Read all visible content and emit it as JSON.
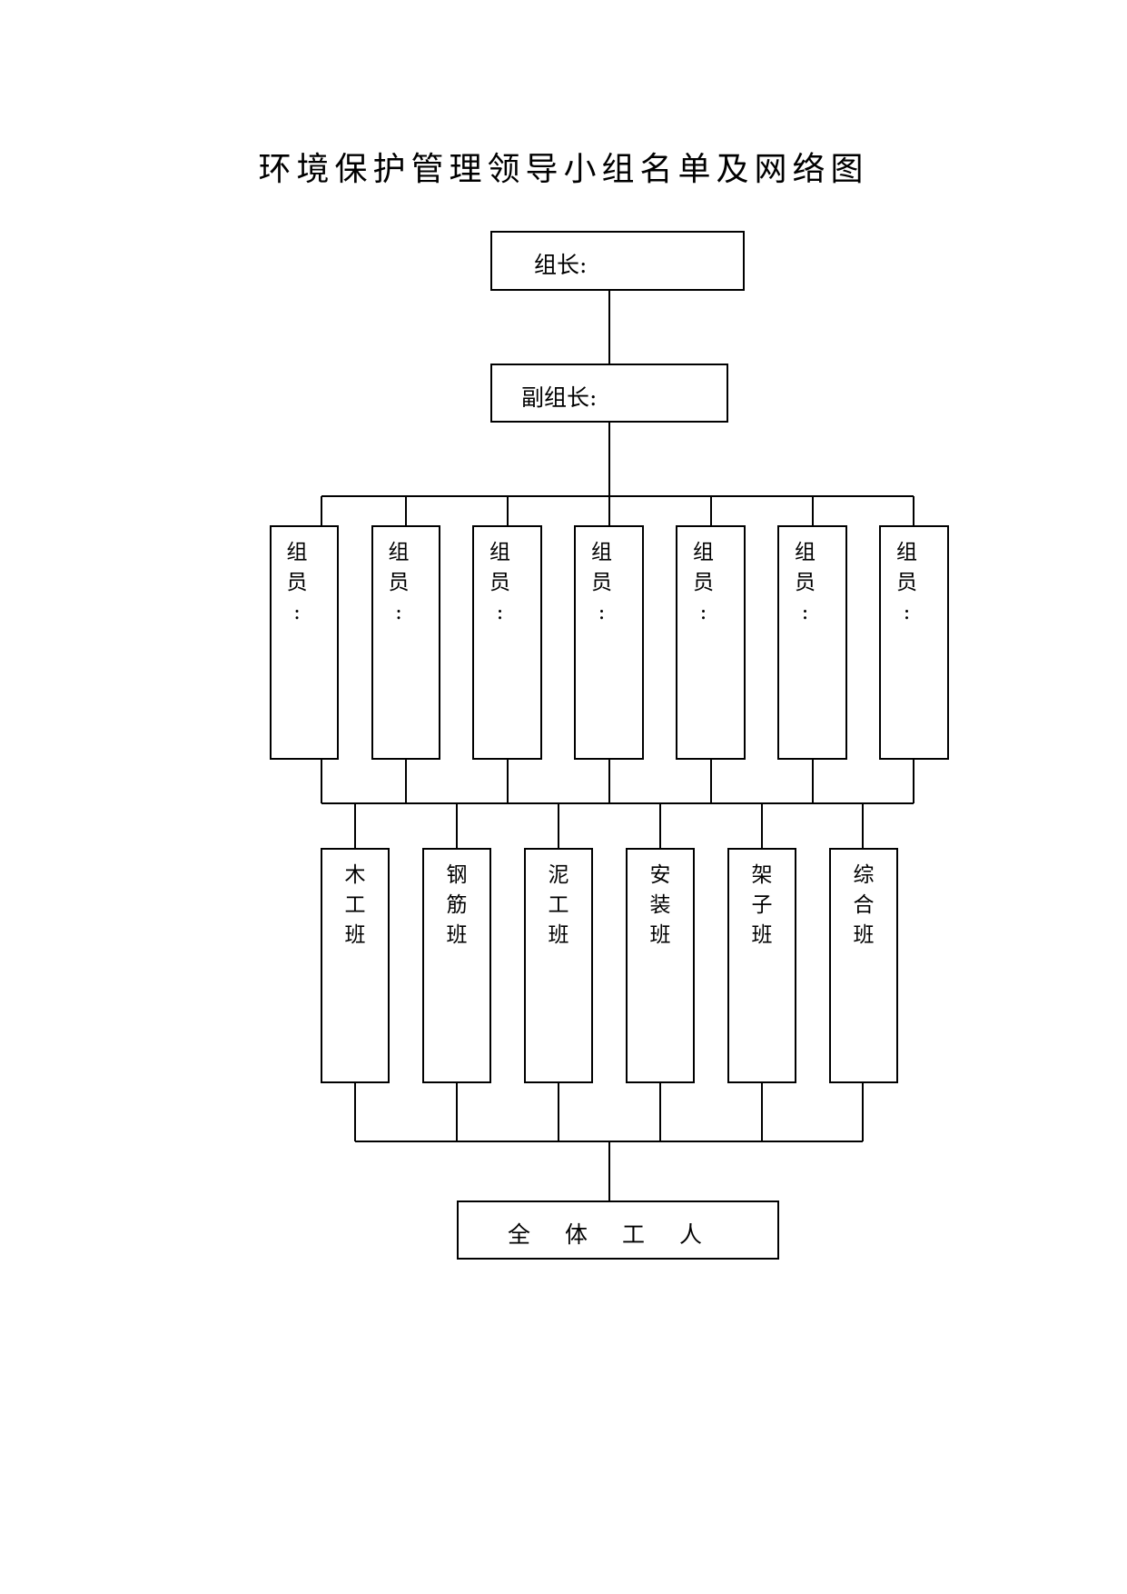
{
  "title": "环境保护管理领导小组名单及网络图",
  "leader": {
    "label": "组长:"
  },
  "deputy": {
    "label": "副组长:"
  },
  "members": [
    {
      "chars": [
        "组",
        "员",
        ":"
      ]
    },
    {
      "chars": [
        "组",
        "员",
        ":"
      ]
    },
    {
      "chars": [
        "组",
        "员",
        ":"
      ]
    },
    {
      "chars": [
        "组",
        "员",
        ":"
      ]
    },
    {
      "chars": [
        "组",
        "员",
        ":"
      ]
    },
    {
      "chars": [
        "组",
        "员",
        ":"
      ]
    },
    {
      "chars": [
        "组",
        "员",
        ":"
      ]
    }
  ],
  "teams": [
    {
      "chars": [
        "木",
        "工",
        "班"
      ]
    },
    {
      "chars": [
        "钢",
        "筋",
        "班"
      ]
    },
    {
      "chars": [
        "泥",
        "工",
        "班"
      ]
    },
    {
      "chars": [
        "安",
        "装",
        "班"
      ]
    },
    {
      "chars": [
        "架",
        "子",
        "班"
      ]
    },
    {
      "chars": [
        "综",
        "合",
        "班"
      ]
    }
  ],
  "workers": {
    "label": "全体工人"
  }
}
